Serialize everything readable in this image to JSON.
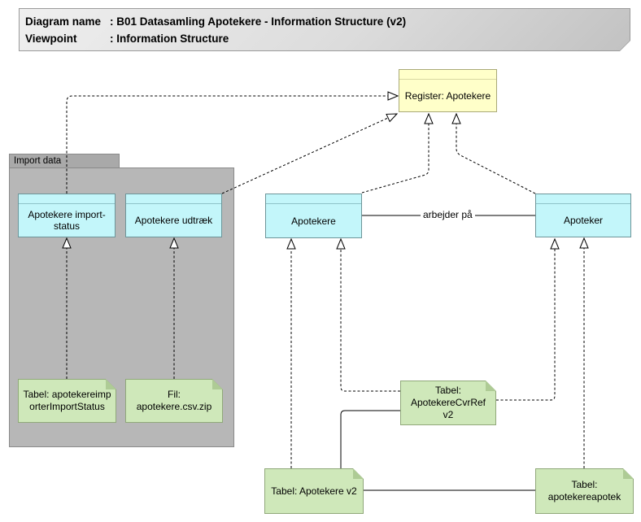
{
  "title_box": {
    "rows": [
      {
        "label": "Diagram name",
        "value": ": B01 Datasamling Apotekere - Information Structure (v2)"
      },
      {
        "label": "Viewpoint",
        "value": ": Information Structure"
      }
    ]
  },
  "folder": {
    "label": "Import data"
  },
  "elements": {
    "register": {
      "label": "Register: Apotekere"
    },
    "import_status": {
      "label": "Apotekere import-status"
    },
    "udtraek": {
      "label": "Apotekere udtræk"
    },
    "apotekere": {
      "label": "Apotekere"
    },
    "apoteker": {
      "label": "Apoteker"
    }
  },
  "notes": {
    "import_status_table": {
      "label": "Tabel: apotekereimporterImportStatus"
    },
    "csv_file": {
      "label": "Fil: apotekere.csv.zip"
    },
    "cvrref_table": {
      "label": "Tabel: ApotekereCvrRef v2"
    },
    "apotekere_v2_table": {
      "label": "Tabel: Apotekere v2"
    },
    "apotekereapotek_table": {
      "label": "Tabel: apotekereapotek"
    }
  },
  "relations": {
    "arbejder_paa": "arbejder på"
  },
  "colors": {
    "element_fill": "#c3f6fa",
    "element_border": "#6d9599",
    "register_fill": "#ffffc9",
    "note_fill": "#cfe8ba",
    "folder_fill": "#b7b7b7",
    "line": "#000000"
  }
}
